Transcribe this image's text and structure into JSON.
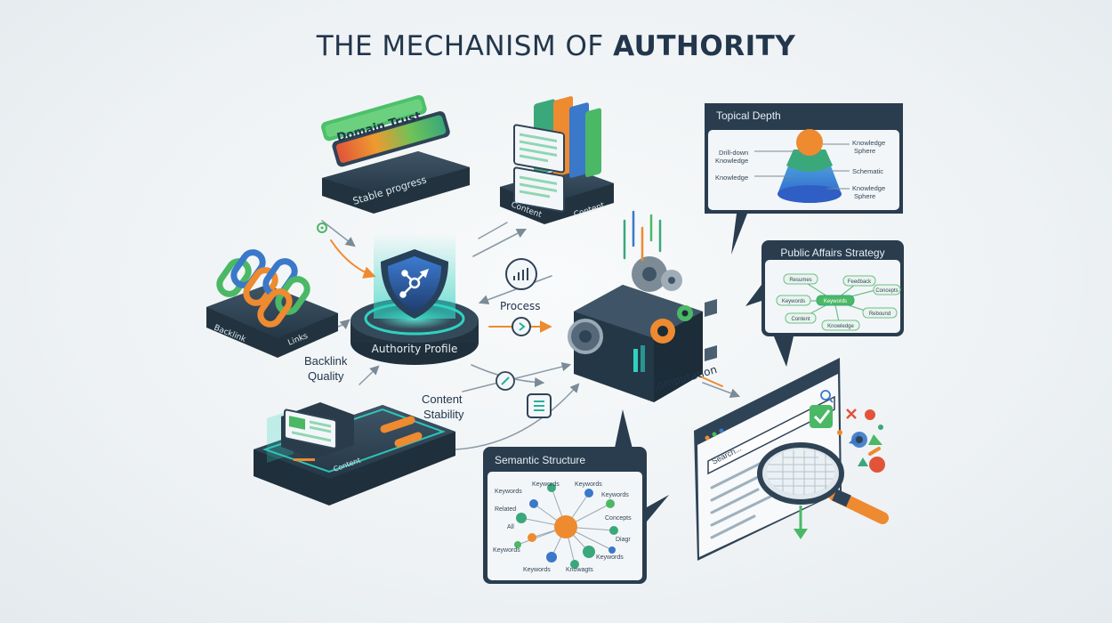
{
  "title": {
    "prefix": "THE MECHANISM OF ",
    "emphasis": "AUTHORITY"
  },
  "nodes": {
    "domain_trust": {
      "label": "Domain Trust",
      "plate_text": "Stable progress"
    },
    "content_stack": {
      "left": "Content",
      "right": "Content"
    },
    "backlinks": {
      "left": "Backlink",
      "right": "Links"
    },
    "authority": {
      "label": "Authority Profile"
    },
    "content_stability": {
      "badge": "Content"
    },
    "process": {
      "label": "Process"
    },
    "computation": {
      "label": "Computation"
    },
    "backlink_quality": {
      "line1": "Backlink",
      "line2": "Quality"
    },
    "content_stability_label": {
      "line1": "Content",
      "line2": "Stability"
    }
  },
  "panels": {
    "topical_depth": {
      "title": "Topical Depth",
      "left_labels": [
        "Drill-down",
        "Knowledge",
        "Knowledge"
      ],
      "right_labels": [
        "Knowledge",
        "Sphere",
        "Schematic",
        "Knowledge",
        "Sphere"
      ]
    },
    "public_affairs": {
      "title": "Public Affairs Strategy",
      "labels": [
        "Resumes",
        "Keywords",
        "Content",
        "Feedback",
        "Keywords",
        "Concepts",
        "Knowledge",
        "Rebound"
      ]
    },
    "semantic_structure": {
      "title": "Semantic Structure",
      "labels": [
        "Keywords",
        "Keywords",
        "Keywords",
        "Keywords",
        "Related",
        "Concepts",
        "All",
        "Diagr",
        "Keywords",
        "Keywords",
        "Keywords",
        "Knowagts"
      ]
    },
    "search": {
      "placeholder": "Search..."
    }
  },
  "colors": {
    "navy": "#22364c",
    "slate": "#2f4356",
    "teal": "#29b09c",
    "green": "#4bb866",
    "orange": "#ee8a2f",
    "blue": "#3a78c9"
  }
}
